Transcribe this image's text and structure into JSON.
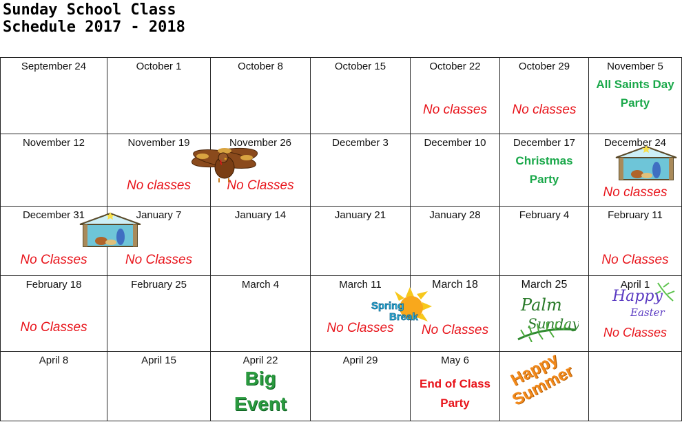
{
  "title": {
    "line1": "Sunday School Class",
    "line2": "Schedule 2017 - 2018"
  },
  "rows": [
    [
      {
        "date": "September 24"
      },
      {
        "date": "October 1"
      },
      {
        "date": "October 8"
      },
      {
        "date": "October 15"
      },
      {
        "date": "October 22",
        "note": "No classes"
      },
      {
        "date": "October 29",
        "note": "No classes"
      },
      {
        "date": "November 5",
        "event": [
          "All Saints Day",
          "Party"
        ]
      }
    ],
    [
      {
        "date": "November 12"
      },
      {
        "date": "November 19",
        "note": "No classes",
        "image": "turkey-icon"
      },
      {
        "date": "November 26",
        "note": "No Classes"
      },
      {
        "date": "December 3"
      },
      {
        "date": "December 10"
      },
      {
        "date": "December 17",
        "event": [
          "Christmas",
          "Party"
        ]
      },
      {
        "date": "December 24",
        "note": "No classes",
        "image": "nativity-icon"
      }
    ],
    [
      {
        "date": "December 31",
        "note": "No Classes",
        "image": "nativity-icon"
      },
      {
        "date": "January 7",
        "note": "No Classes"
      },
      {
        "date": "January 14"
      },
      {
        "date": "January 21"
      },
      {
        "date": "January 28"
      },
      {
        "date": "February 4"
      },
      {
        "date": "February 11",
        "note": "No Classes"
      }
    ],
    [
      {
        "date": "February 18",
        "note": "No Classes"
      },
      {
        "date": "February 25"
      },
      {
        "date": "March 4"
      },
      {
        "date": "March 11",
        "note": "No Classes",
        "image": "spring-break-icon",
        "image_text": [
          "Spring",
          "Break"
        ]
      },
      {
        "date": "March 18",
        "note": "No Classes"
      },
      {
        "date": "March 25",
        "image": "palm-sunday-icon",
        "image_text": [
          "Palm",
          "Sunday"
        ]
      },
      {
        "date": "April 1",
        "note": "No Classes",
        "image": "happy-easter-icon",
        "image_text": [
          "Happy",
          "Easter"
        ]
      }
    ],
    [
      {
        "date": "April 8"
      },
      {
        "date": "April 15"
      },
      {
        "date": "April 22",
        "big": [
          "Big",
          "Event"
        ]
      },
      {
        "date": "April 29"
      },
      {
        "date": "May 6",
        "event_red": [
          "End of Class",
          "Party"
        ]
      },
      {
        "image": "happy-summer-icon",
        "image_text": [
          "Happy",
          "Summer"
        ]
      },
      {}
    ]
  ],
  "colors": {
    "red": "#e8141b",
    "green": "#1aa84a",
    "orange": "#f28a1c"
  }
}
